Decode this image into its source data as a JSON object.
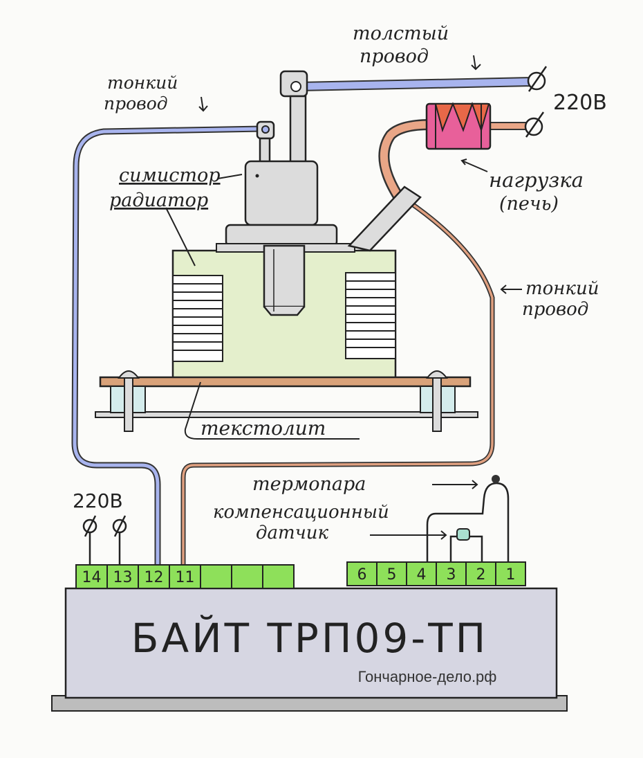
{
  "labels": {
    "thick_wire": [
      "толстый",
      "провод"
    ],
    "thin_wire_left": [
      "тонкий",
      "провод"
    ],
    "thin_wire_right": [
      "тонкий",
      "провод"
    ],
    "simistor": "симистор",
    "radiator": "радиатор",
    "load": [
      "нагрузка",
      "(печь)"
    ],
    "textolite": "текстолит",
    "thermocouple": "термопара",
    "comp_sensor": [
      "компенсационный",
      "датчик"
    ]
  },
  "voltage_top": "220В",
  "voltage_left": "220В",
  "device": {
    "model": "БАЙТ ТРП09-ТП",
    "site": "Гончарное-дело.рф"
  },
  "terminals_left": [
    "14",
    "13",
    "12",
    "11",
    "",
    "",
    ""
  ],
  "terminals_right": [
    "6",
    "5",
    "4",
    "3",
    "2",
    "1"
  ],
  "colors": {
    "thick_wire": "#a8b4ee",
    "thin_wire": "#e0a080",
    "radiator": "#e4efcc",
    "load_outer": "#e8609a",
    "load_inner": "#e86848",
    "textolite": "#d9a27a",
    "terminal": "#8ee05a",
    "body": "#d6d6e2",
    "metal": "#dcdcdc"
  }
}
